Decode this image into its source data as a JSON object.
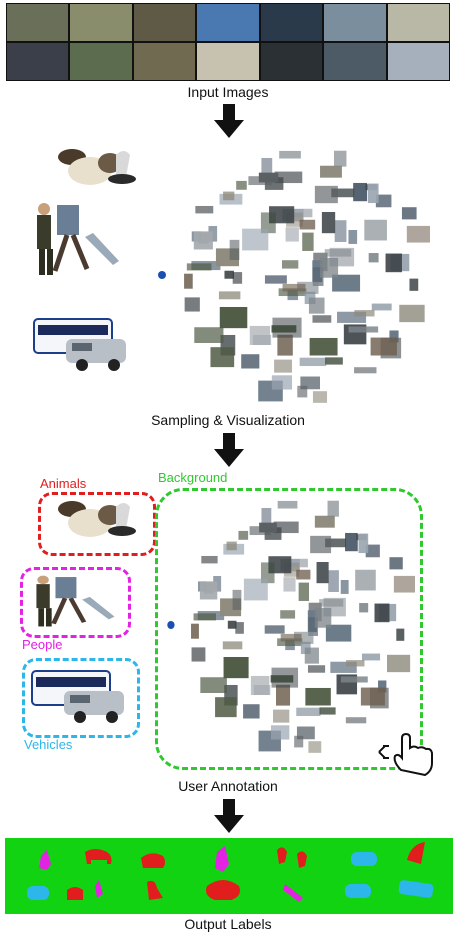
{
  "captions": {
    "input": "Input Images",
    "sampling": "Sampling & Visualization",
    "annotation": "User Annotation",
    "output": "Output Labels"
  },
  "groups": {
    "animals": "Animals",
    "people": "People",
    "vehicles": "Vehicles",
    "background": "Background"
  },
  "colors": {
    "animals": "#e21d1d",
    "people": "#e322e3",
    "vehicles": "#2db6ea",
    "background": "#2fc92f",
    "output_bg": "#12d312",
    "cursor_icon": "hand-pointer-icon"
  },
  "input_thumbs": [
    "#6a6f5a",
    "#8a8d6b",
    "#5e5a45",
    "#4a78b0",
    "#2a3a4a",
    "#7b8e9e",
    "#b9b7a6",
    "#3a3f4a",
    "#5b6d4e",
    "#6f6a50",
    "#c7c2b0",
    "#2b3035",
    "#4c5b66",
    "#a6b0bd"
  ]
}
